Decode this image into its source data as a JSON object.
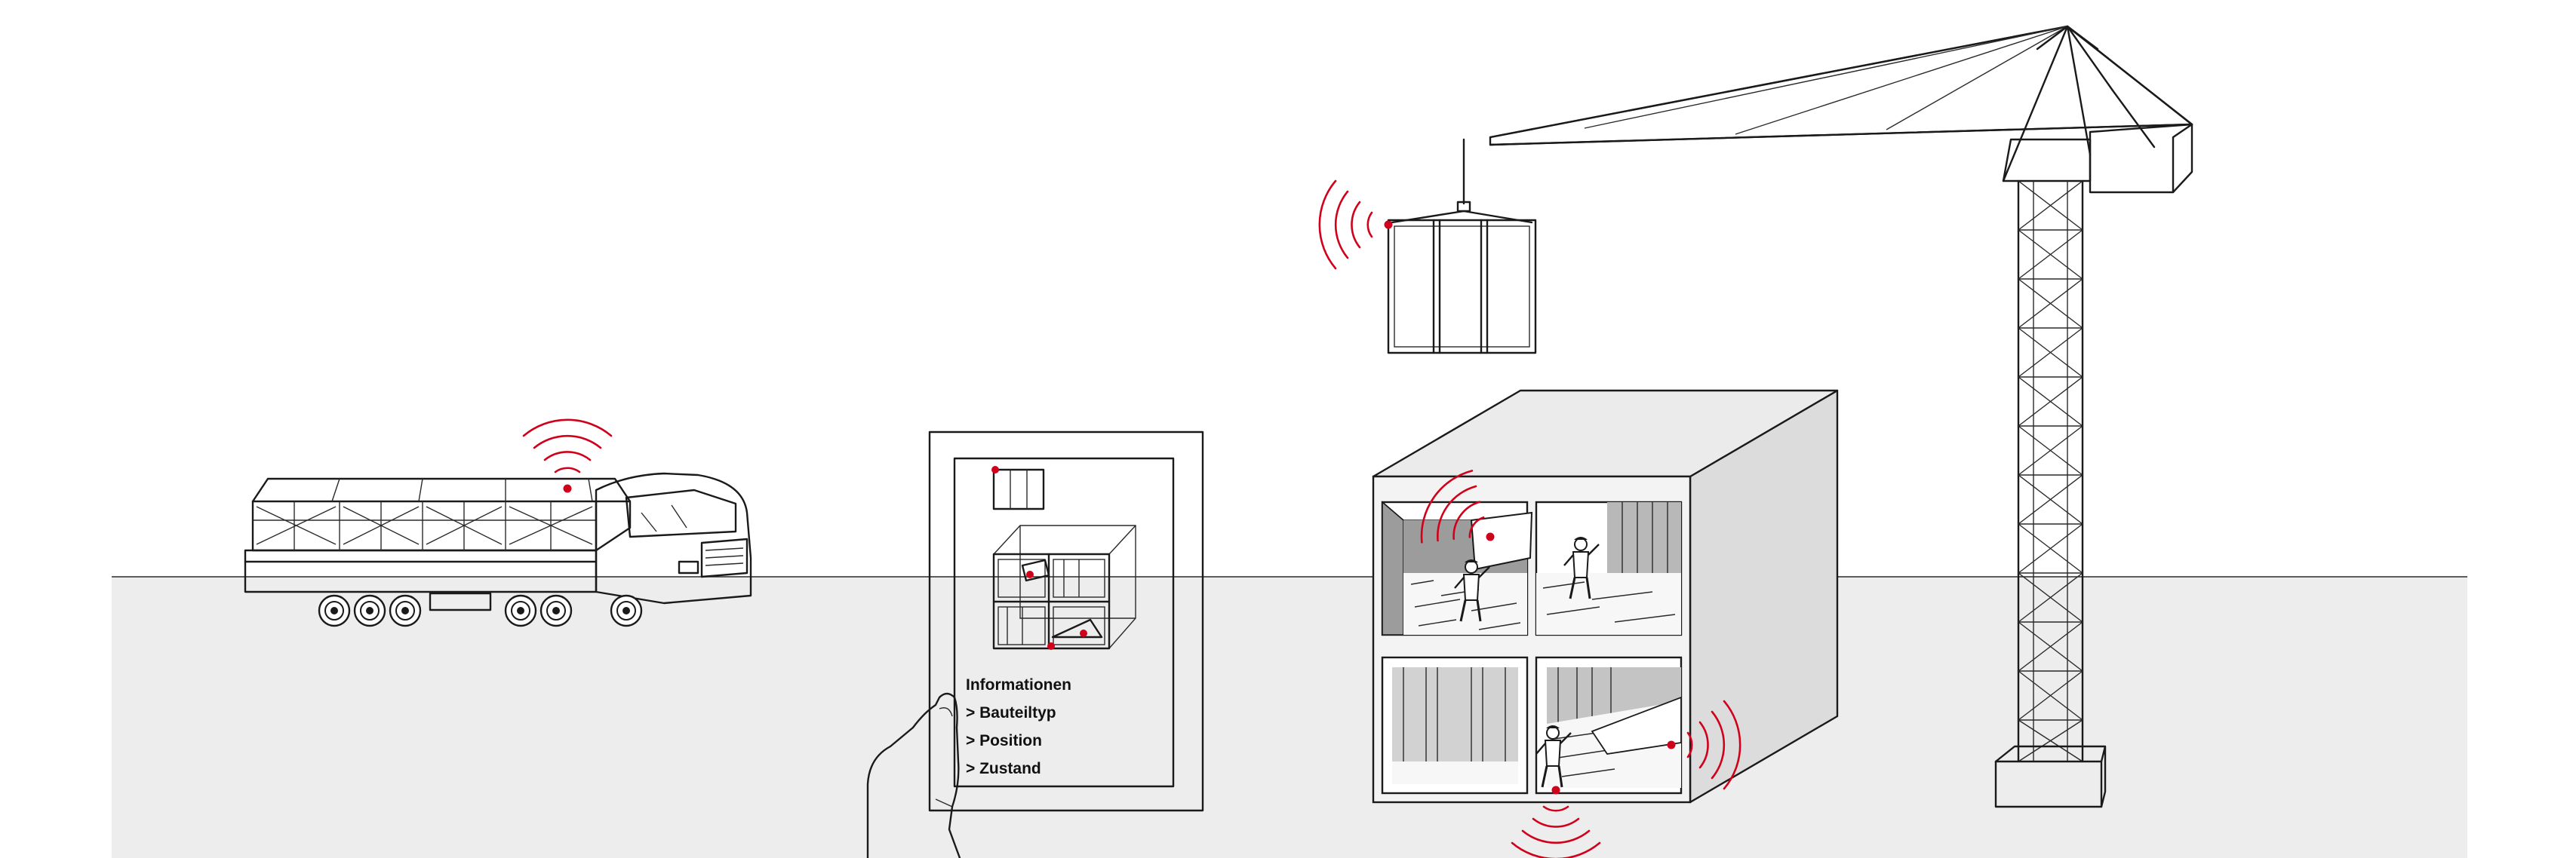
{
  "tablet": {
    "heading": "Informationen",
    "items": [
      "> Bauteiltyp",
      "> Position",
      "> Zustand"
    ]
  },
  "colors": {
    "background": "#ffffff",
    "ground": "#ededed",
    "line": "#1a1a1a",
    "sensor": "#d0021b",
    "module_side": "#dcdcdc",
    "module_top": "#ebebeb",
    "module_front": "#f3f3f3"
  },
  "icons": [
    "rfid-signal-icon",
    "truck-icon",
    "tablet-icon",
    "hand-icon",
    "crane-icon",
    "worker-icon"
  ]
}
